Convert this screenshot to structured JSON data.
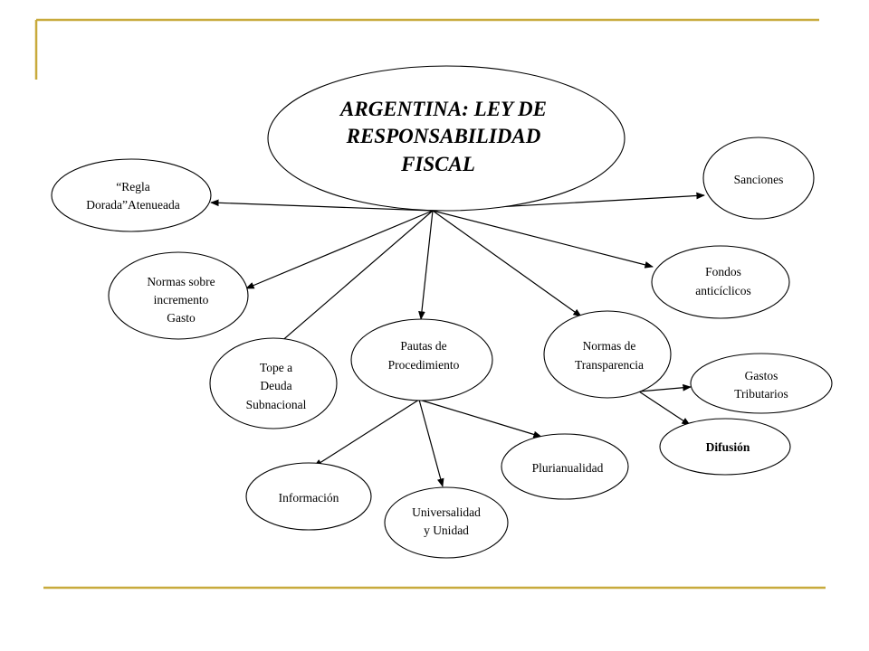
{
  "title": [
    "ARGENTINA: LEY DE",
    "RESPONSABILIDAD",
    "FISCAL"
  ],
  "nodes": {
    "regla_dorada": [
      "“Regla",
      "Dorada”Atenueada"
    ],
    "sanciones": [
      "Sanciones"
    ],
    "fondos": [
      "Fondos",
      "anticíclicos"
    ],
    "normas_gasto": [
      "Normas sobre",
      "incremento",
      "Gasto"
    ],
    "tope_deuda": [
      "Tope a",
      "Deuda",
      "Subnacional"
    ],
    "pautas": [
      "Pautas de",
      "Procedimiento"
    ],
    "transparencia": [
      "Normas de",
      "Transparencia"
    ],
    "gastos_tributarios": [
      "Gastos",
      "Tributarios"
    ],
    "difusion": [
      "Difusión"
    ],
    "plurianualidad": [
      "Plurianualidad"
    ],
    "informacion": [
      "Información"
    ],
    "universalidad": [
      "Universalidad",
      "y Unidad"
    ]
  },
  "colors": {
    "accent_lines": "#c8aa3c"
  }
}
